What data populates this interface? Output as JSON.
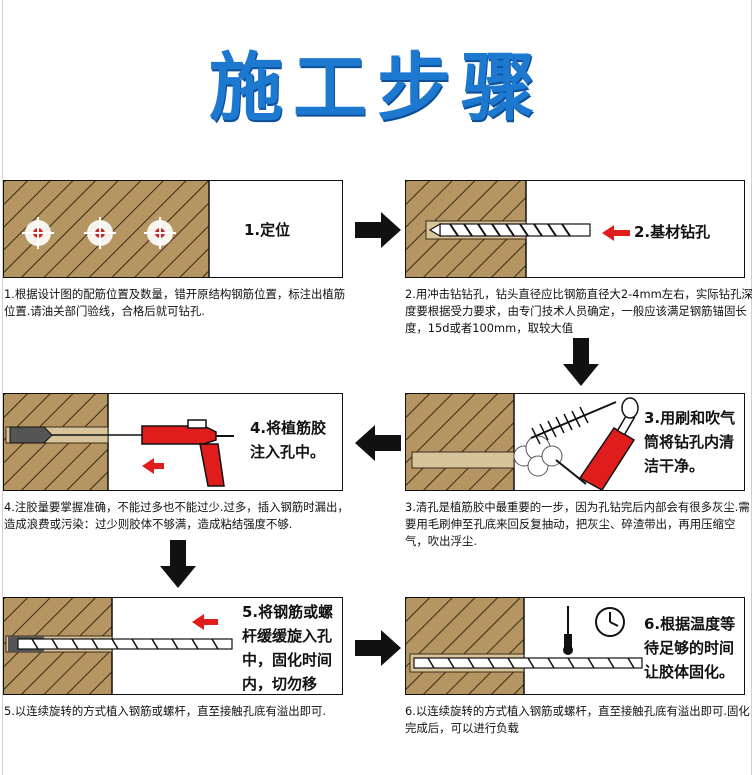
{
  "title": "施工步骤",
  "steps": [
    {
      "label": "1.定位",
      "desc": "1.根据设计图的配筋位置及数量，错开原结构钢筋位置，标注出植筋位置.请油关部门验线，合格后就可钻孔."
    },
    {
      "label": "2.基材钻孔",
      "desc": "2.用冲击钻钻孔，钻头直径应比钢筋直径大2-4mm左右，实际钻孔深度要根据受力要求，由专门技术人员确定，一般应该满足钢筋锚固长度，15d或者100mm，取较大值"
    },
    {
      "label": "3.用刷和吹气筒将钻孔内清洁干净。",
      "desc": "3.清孔是植筋胶中最重要的一步，因为孔钻完后内部会有很多灰尘.需要用毛刷伸至孔底来回反复抽动，把灰尘、碎渣带出，再用压缩空气，吹出浮尘."
    },
    {
      "label": "4.将植筋胶注入孔中。",
      "desc": "4.注胶量要掌握准确，不能过多也不能过少.过多，插入钢筋时漏出，造成浪费或污染：过少则胶体不够满，造成粘结强度不够."
    },
    {
      "label": "5.将钢筋或螺杆缓缓旋入孔中，固化时间内，切勿移动。",
      "desc": "5.以连续旋转的方式植入钢筋或螺杆，直至接触孔底有溢出即可."
    },
    {
      "label": "6.根据温度等待足够的时间让胶体固化。",
      "desc": "6.以连续旋转的方式植入钢筋或螺杆，直至接触孔底有溢出即可.固化完成后，可以进行负载"
    }
  ],
  "colors": {
    "title": "#1d78d0",
    "concrete": "#b59561",
    "hatch": "#3a2c18",
    "glue": "#e01d1d",
    "arrow": "#111111"
  }
}
